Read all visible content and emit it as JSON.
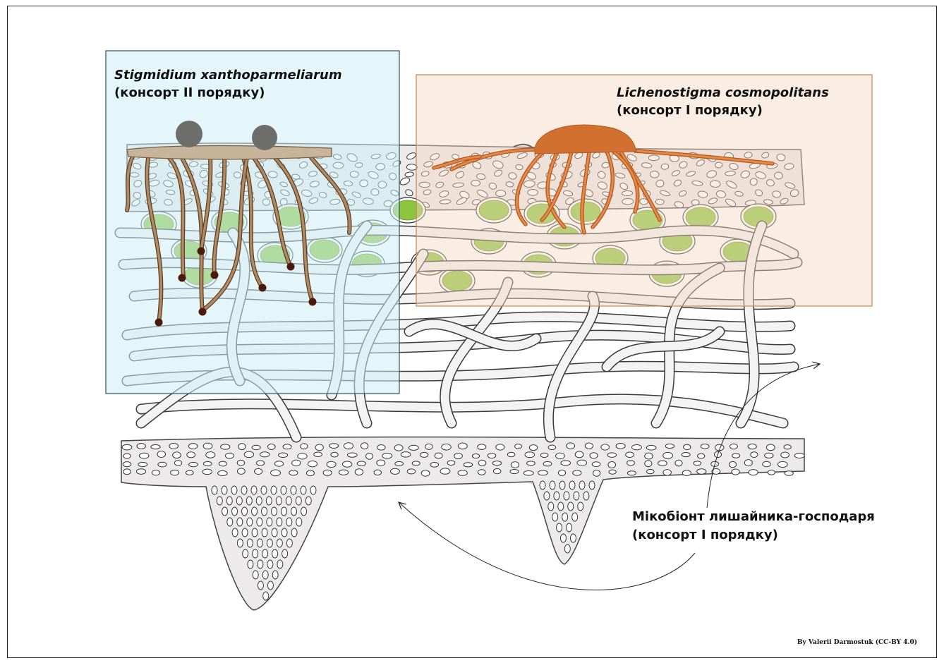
{
  "labels": {
    "stigmidium": {
      "species": "Stigmidium xanthoparmeliarum",
      "role": "(консорт II порядку)"
    },
    "lichenostigma": {
      "species": "Lichenostigma cosmopolitans",
      "role": "(консорт I порядку)"
    },
    "host": {
      "species": "Мікобіонт лишайника-господаря",
      "role": "(консорт I порядку)"
    }
  },
  "credit": "By Valerii Darmostuk (CC-BY 4.0)",
  "colors": {
    "frame": "#222222",
    "stigmidium_box": "#dff6f8",
    "lichenostigma_box": "#f8e2d6",
    "lichenostigma_border": "#d8a070",
    "hypha_fill": "#f2f2f2",
    "hypha_stroke": "#444444",
    "cortex_fill": "#ecebeb",
    "algae": "#8cc63f",
    "stigmidium_hyphae": "#8b6a4a",
    "lichenostigma_hyphae": "#d6793a",
    "ascomata": "#6b6b6b",
    "spore_dots": "#4a1a0c"
  }
}
